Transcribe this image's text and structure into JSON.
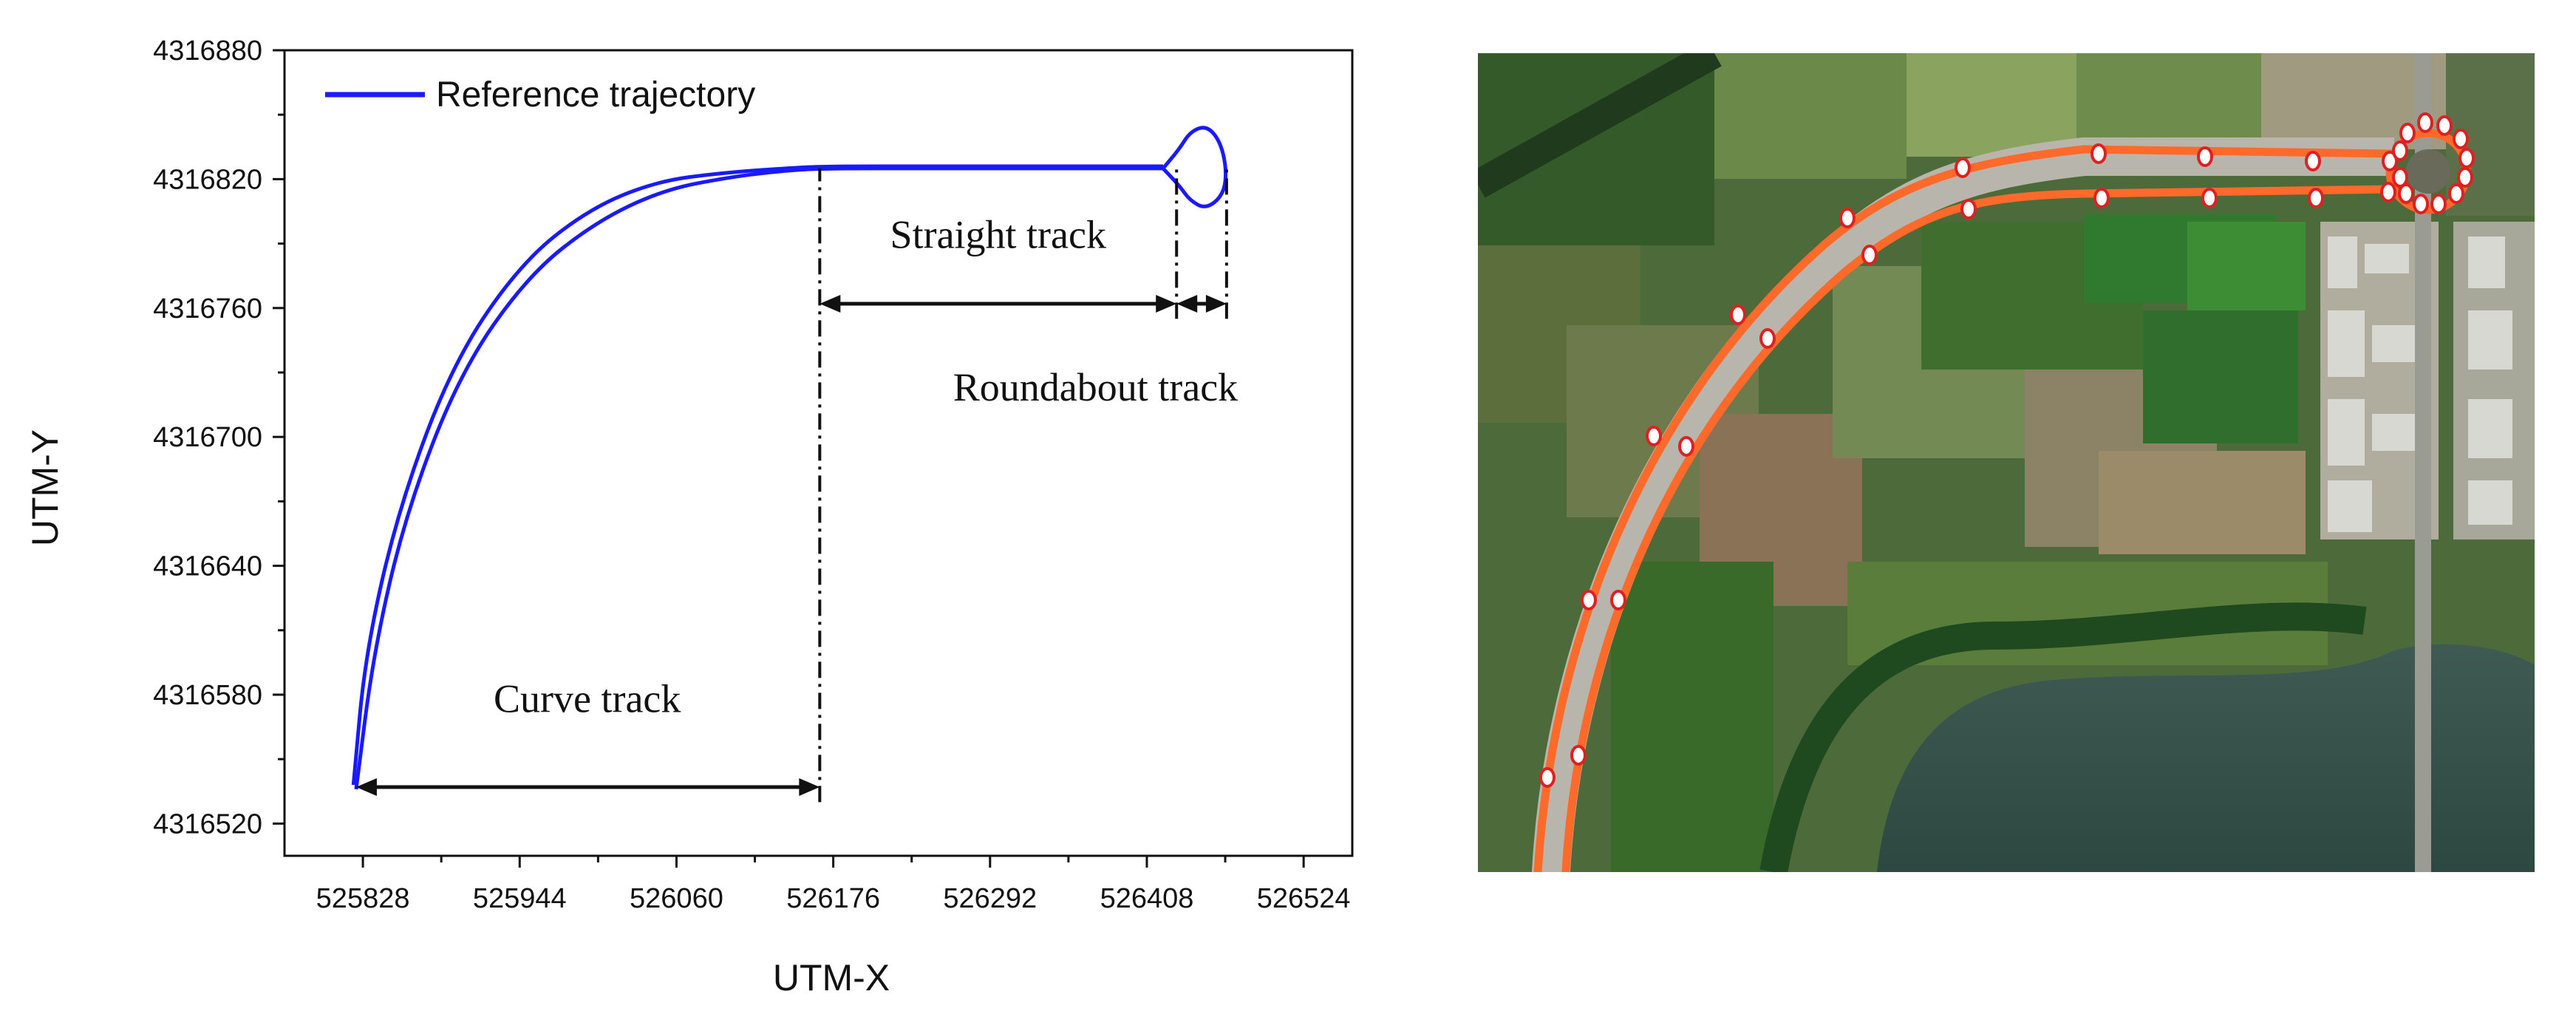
{
  "chart_data": {
    "type": "line",
    "xlabel": "UTM-X",
    "ylabel": "UTM-Y",
    "xlim": [
      525770,
      526560
    ],
    "ylim": [
      4316505,
      4316880
    ],
    "x_ticks": [
      "525828",
      "525944",
      "526060",
      "526176",
      "526292",
      "526408",
      "526524"
    ],
    "y_ticks": [
      "4316520",
      "4316580",
      "4316640",
      "4316700",
      "4316760",
      "4316820",
      "4316880"
    ],
    "legend_position": "top-left",
    "grid": false,
    "series": [
      {
        "name": "Reference trajectory",
        "color": "#1a1aff",
        "x": [
          525823,
          525836,
          525860,
          525900,
          525950,
          526000,
          526050,
          526100,
          526140,
          526170,
          526250,
          526350,
          526405,
          526420
        ],
        "y": [
          4316536,
          4316600,
          4316665,
          4316730,
          4316775,
          4316800,
          4316815,
          4316821,
          4316824,
          4316825,
          4316825,
          4316825,
          4316825,
          4316825
        ]
      },
      {
        "name": "",
        "color": "#1a1aff",
        "x": [
          525821,
          525830,
          525855,
          525895,
          525945,
          525995,
          526045,
          526095,
          526140,
          526170,
          526250,
          526350,
          526405,
          526420
        ],
        "y": [
          4316538,
          4316600,
          4316668,
          4316735,
          4316781,
          4316806,
          4316819,
          4316823,
          4316825,
          4316826,
          4316826,
          4316826,
          4316826,
          4316826
        ]
      }
    ],
    "roundabout": {
      "x": [
        526420,
        526432,
        526440,
        526452,
        526462,
        526467,
        526465,
        526452,
        526440,
        526432,
        526420
      ],
      "y": [
        4316825,
        4316834,
        4316842,
        4316845,
        4316838,
        4316825,
        4316813,
        4316806,
        4316810,
        4316817,
        4316825
      ]
    },
    "annotations": [
      {
        "name": "curve-track",
        "text": "Curve track",
        "span_x": [
          525823,
          526166
        ],
        "span_y": 4316537,
        "label_x": 525994,
        "label_y": 4316572
      },
      {
        "name": "straight-track",
        "text": "Straight track",
        "span_x": [
          526166,
          526430
        ],
        "span_y": 4316762,
        "label_x": 526298,
        "label_y": 4316788
      },
      {
        "name": "roundabout-track",
        "text": "Roundabout track",
        "span_x": [
          526430,
          526467
        ],
        "span_y": 4316762,
        "label_x": 526370,
        "label_y": 4316717
      }
    ],
    "dividers": [
      {
        "x": 526166,
        "y_from": 4316530,
        "y_to": 4316825
      },
      {
        "x": 526430,
        "y_from": 4316755,
        "y_to": 4316825
      },
      {
        "x": 526467,
        "y_from": 4316755,
        "y_to": 4316825
      }
    ]
  },
  "satellite_map": {
    "description": "",
    "route_color": "#ff6a2a",
    "marker_color": "#ffffff"
  }
}
